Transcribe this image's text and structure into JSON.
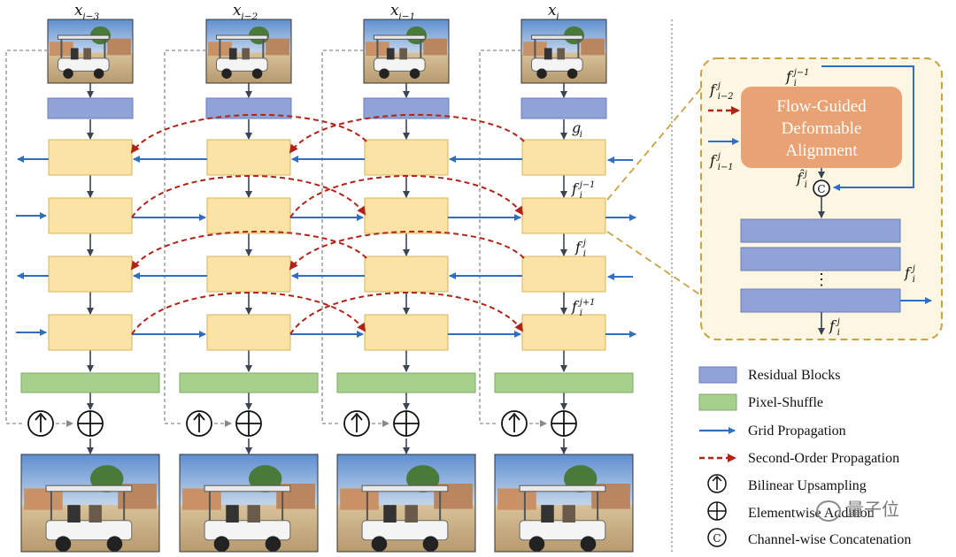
{
  "frames": [
    {
      "sym": "x",
      "sub": "i−3"
    },
    {
      "sym": "x",
      "sub": "i−2"
    },
    {
      "sym": "x",
      "sub": "i−1"
    },
    {
      "sym": "x",
      "sub": "i"
    }
  ],
  "main_labels": {
    "g": {
      "sym": "g",
      "sub": "i"
    },
    "f_j_minus_1": {
      "sym": "f",
      "sub": "i",
      "sup": "j−1"
    },
    "f_j": {
      "sym": "f",
      "sub": "i",
      "sup": "j"
    },
    "f_j_plus_1": {
      "sym": "f",
      "sub": "i",
      "sup": "j+1"
    }
  },
  "zoom_panel": {
    "fgda_lines": [
      "Flow-Guided",
      "Deformable",
      "Alignment"
    ],
    "f_top": {
      "sym": "f",
      "sub": "i",
      "sup": "j−1"
    },
    "f_i_minus_2": {
      "sym": "f",
      "sub": "i−2",
      "sup": "j"
    },
    "f_i_minus_1": {
      "sym": "f",
      "sub": "i−1",
      "sup": "j"
    },
    "f_hat": {
      "sym": "f̂",
      "sub": "i",
      "sup": "j"
    },
    "concat_symbol": "C",
    "dots": "⋮",
    "f_out_right": {
      "sym": "f",
      "sub": "i",
      "sup": "j"
    },
    "f_out_bottom": {
      "sym": "f",
      "sub": "i",
      "sup": "j"
    }
  },
  "legend": [
    {
      "key": "residual",
      "label": "Residual Blocks"
    },
    {
      "key": "pixelshuffle",
      "label": "Pixel-Shuffle"
    },
    {
      "key": "grid",
      "label": "Grid Propagation"
    },
    {
      "key": "second",
      "label": "Second-Order Propagation"
    },
    {
      "key": "upsample",
      "label": "Bilinear Upsampling"
    },
    {
      "key": "elementwise",
      "label": "Elementwise Addition"
    },
    {
      "key": "concat",
      "label": "Channel-wise Concatenation"
    }
  ],
  "watermark": "量子位",
  "colors": {
    "residual": "#8fa3d8",
    "pixelshuffle": "#a8d08d",
    "feature_block": "#fbe3a6",
    "grid_arrow": "#2f6ec1",
    "second_order": "#b02418",
    "fgda": "#e8a274",
    "panel_bg": "#fdf6e2",
    "panel_border": "#c9a245"
  }
}
